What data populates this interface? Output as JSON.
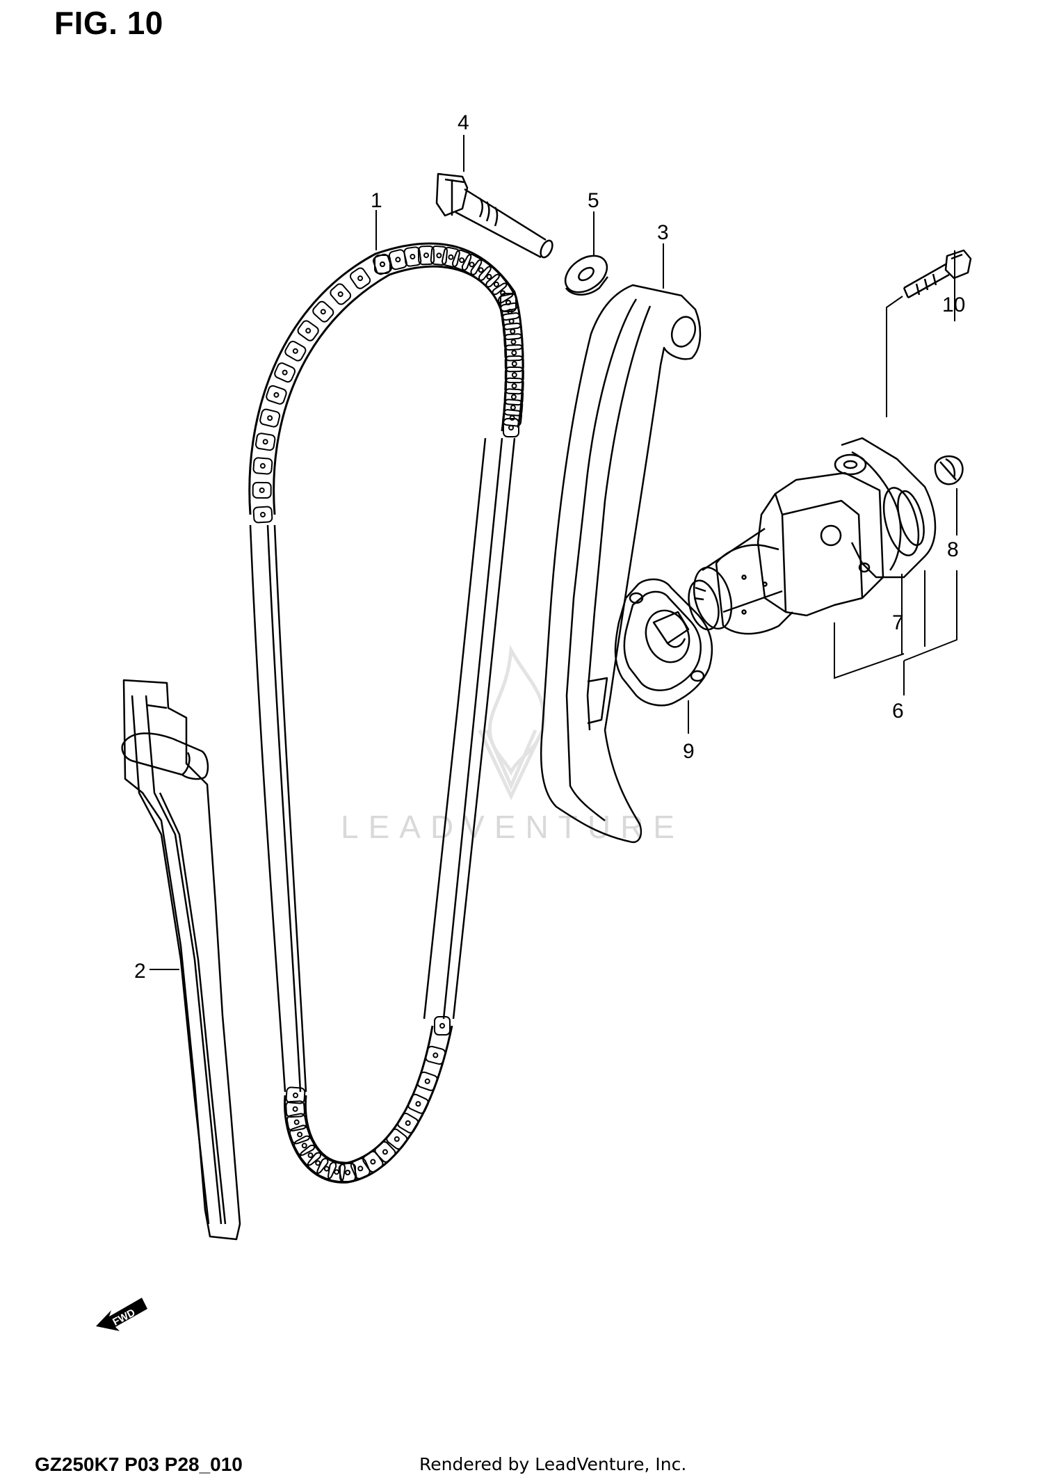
{
  "figure": {
    "title": "FIG. 10",
    "code": "GZ250K7 P03 P28_010",
    "credit": "Rendered by LeadVenture, Inc.",
    "watermark": "LEADVENTURE",
    "fwd_label": "FWD"
  },
  "callouts": {
    "c1": "1",
    "c2": "2",
    "c3": "3",
    "c4": "4",
    "c5": "5",
    "c6": "6",
    "c7": "7",
    "c8": "8",
    "c9": "9",
    "c10": "10"
  },
  "colors": {
    "line": "#000000",
    "watermark": "#d9d9d9",
    "background": "#ffffff"
  }
}
